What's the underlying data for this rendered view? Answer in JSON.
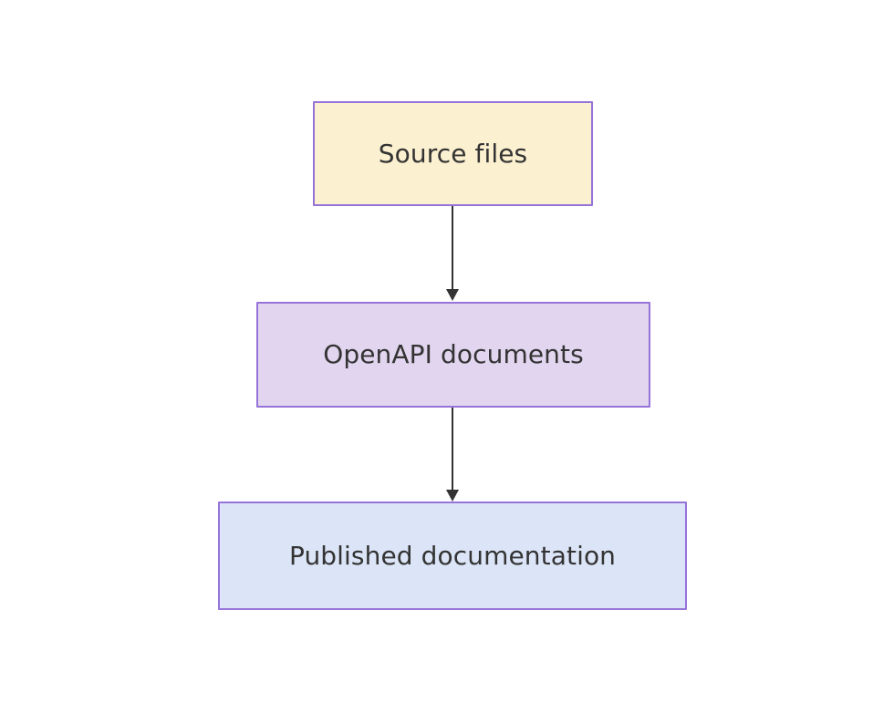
{
  "diagram": {
    "type": "flowchart",
    "direction": "top-to-bottom",
    "background_color": "#ffffff",
    "nodes": [
      {
        "id": "source",
        "label": "Source files",
        "fill_color": "#fbf0d0",
        "border_color": "#9673d8",
        "text_color": "#333333"
      },
      {
        "id": "openapi",
        "label": "OpenAPI documents",
        "fill_color": "#e2d5ef",
        "border_color": "#9673d8",
        "text_color": "#333333"
      },
      {
        "id": "published",
        "label": "Published documentation",
        "fill_color": "#dce5f7",
        "border_color": "#9673d8",
        "text_color": "#333333"
      }
    ],
    "edges": [
      {
        "id": "source-to-openapi",
        "from": "source",
        "to": "openapi",
        "label": "",
        "color": "#333333",
        "arrowhead": "filled-triangle"
      },
      {
        "id": "openapi-to-published",
        "from": "openapi",
        "to": "published",
        "label": "",
        "color": "#333333",
        "arrowhead": "filled-triangle"
      }
    ]
  }
}
